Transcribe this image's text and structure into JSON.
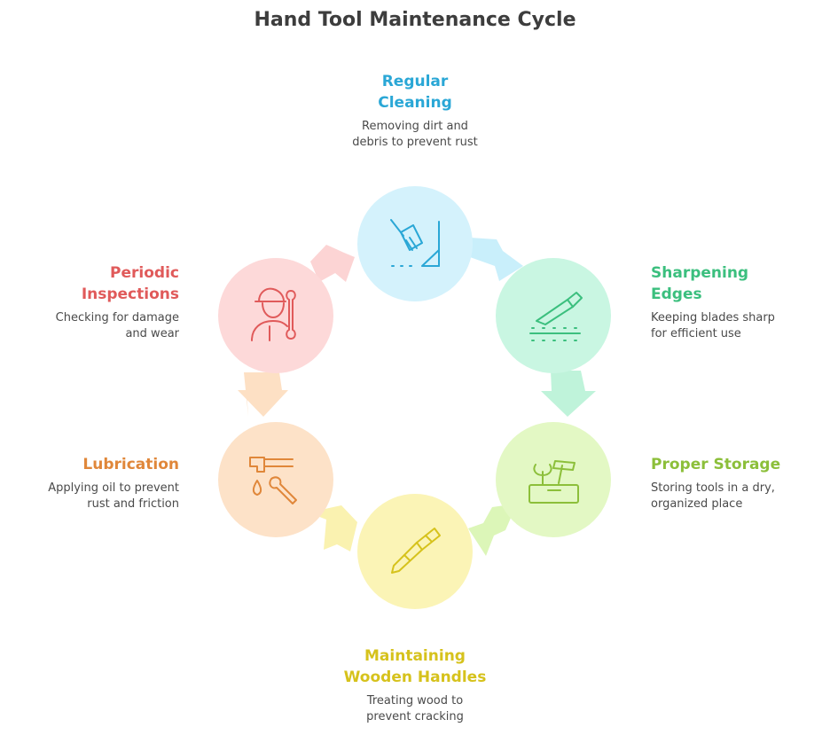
{
  "title": "Hand Tool Maintenance Cycle",
  "steps": [
    {
      "title_lines": [
        "Regular",
        "Cleaning"
      ],
      "desc_lines": [
        "Removing dirt and",
        "debris to prevent rust"
      ],
      "color": "#2aa7d6",
      "fill": "#d4f2fc",
      "arrow": "#c9effb",
      "icon": "broom-icon"
    },
    {
      "title_lines": [
        "Sharpening",
        "Edges"
      ],
      "desc_lines": [
        "Keeping blades sharp",
        "for efficient use"
      ],
      "color": "#3bbf7e",
      "fill": "#c9f6e2",
      "arrow": "#bff3da",
      "icon": "knife-icon"
    },
    {
      "title_lines": [
        "Proper Storage"
      ],
      "desc_lines": [
        "Storing tools in a dry,",
        "organized place"
      ],
      "color": "#8cbf3a",
      "fill": "#e3f8c4",
      "arrow": "#dcf6b8",
      "icon": "toolbox-icon"
    },
    {
      "title_lines": [
        "Maintaining",
        "Wooden Handles"
      ],
      "desc_lines": [
        "Treating wood to",
        "prevent cracking"
      ],
      "color": "#d6c21c",
      "fill": "#fbf4b6",
      "arrow": "#faf2b0",
      "icon": "chisel-icon"
    },
    {
      "title_lines": [
        "Lubrication"
      ],
      "desc_lines": [
        "Applying oil to prevent",
        "rust and friction"
      ],
      "color": "#e0873a",
      "fill": "#fde2c8",
      "arrow": "#fde0c4",
      "icon": "oil-can-icon"
    },
    {
      "title_lines": [
        "Periodic",
        "Inspections"
      ],
      "desc_lines": [
        "Checking for damage",
        "and wear"
      ],
      "color": "#e05a5a",
      "fill": "#fdd9d9",
      "arrow": "#fcd4d4",
      "icon": "inspector-icon"
    }
  ]
}
